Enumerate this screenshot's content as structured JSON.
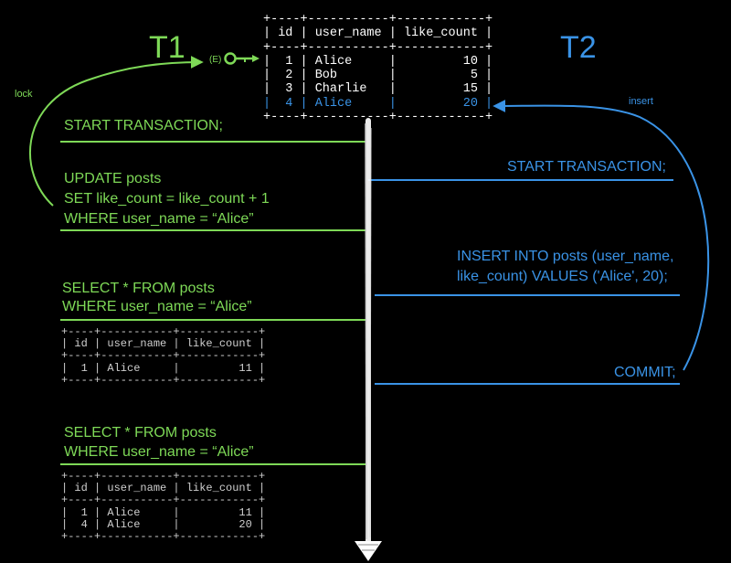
{
  "top_table": {
    "border": "+----+-----------+------------+",
    "header": "| id | user_name | like_count |",
    "rows": [
      "|  1 | Alice     |         10 |",
      "|  2 | Bob       |          5 |",
      "|  3 | Charlie   |         15 |"
    ],
    "new_row": "|  4 | Alice     |         20 |"
  },
  "t1": {
    "label": "T1",
    "lock_label": "lock",
    "lock_key": "(E)",
    "steps": [
      "START TRANSACTION;",
      "UPDATE posts",
      "SET like_count = like_count + 1",
      "WHERE user_name = “Alice”"
    ],
    "select1": [
      "SELECT *  FROM posts",
      "WHERE user_name = “Alice”"
    ],
    "result1": {
      "border": "+----+-----------+------------+",
      "header": "| id | user_name | like_count |",
      "rows": [
        "|  1 | Alice     |         11 |"
      ]
    },
    "select2": [
      "SELECT *  FROM posts",
      "WHERE user_name = “Alice”"
    ],
    "result2": {
      "border": "+----+-----------+------------+",
      "header": "| id | user_name | like_count |",
      "rows": [
        "|  1 | Alice     |         11 |",
        "|  4 | Alice     |         20 |"
      ]
    }
  },
  "t2": {
    "label": "T2",
    "insert_label": "insert",
    "start": "START TRANSACTION;",
    "insert": [
      "INSERT INTO posts (user_name,",
      "like_count) VALUES ('Alice', 20);"
    ],
    "commit": "COMMIT;"
  },
  "colors": {
    "t1": "#7ED957",
    "t2": "#3A93E6",
    "timeline": "#FFFFFF"
  }
}
